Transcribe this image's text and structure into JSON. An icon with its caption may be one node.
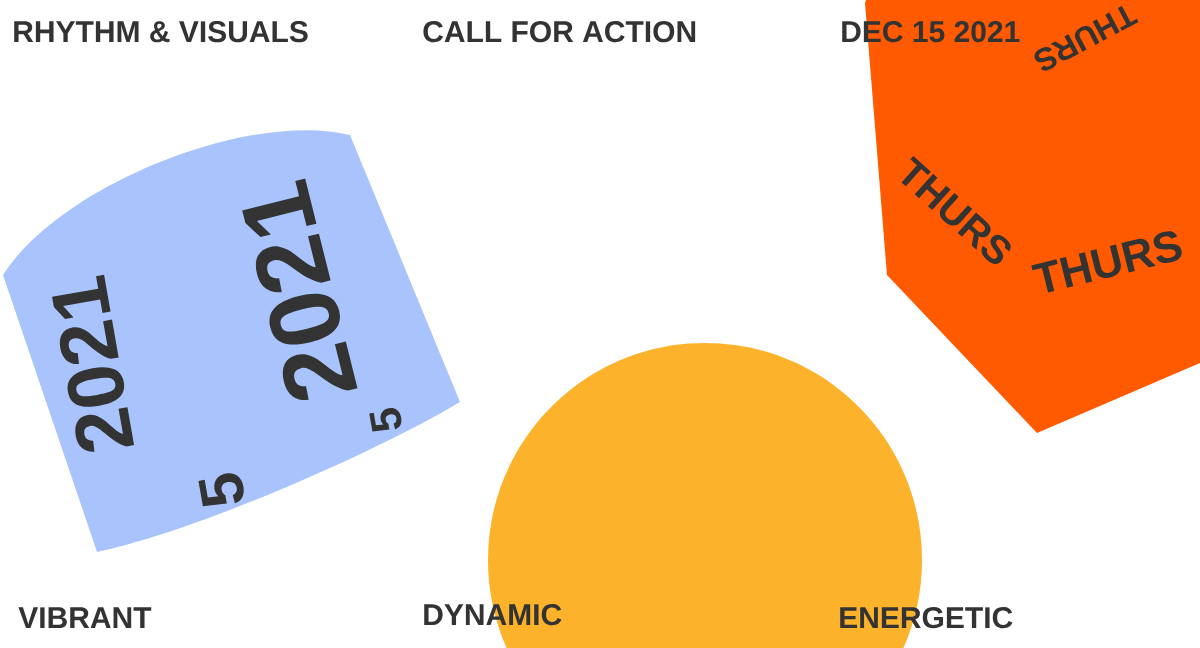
{
  "diagram": {
    "nodes": [
      {
        "text": [
          "2021",
          "2021",
          "5",
          "5"
        ]
      },
      {
        "text": [],
        "shape": "circle"
      },
      {
        "text": [
          "THURS",
          "THURS",
          "THURS"
        ]
      }
    ],
    "labels": [
      "RHYTHM & VISUALS",
      "CALL FOR ACTION",
      "DEC 15 2021",
      "VIBRANT",
      "DYNAMIC",
      "ENERGETIC"
    ]
  }
}
